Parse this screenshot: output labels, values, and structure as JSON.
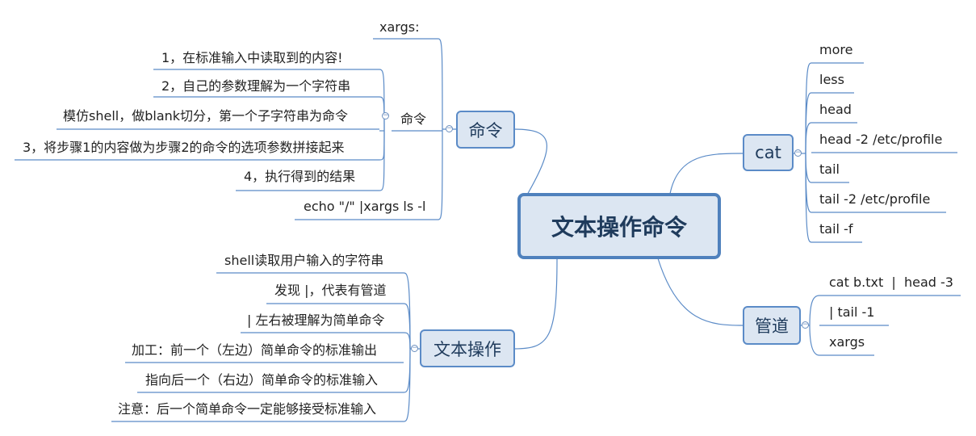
{
  "root": {
    "label": "文本操作命令"
  },
  "branches": {
    "mingling": {
      "label": "命令",
      "top_item": "xargs:",
      "sub_label": "命令",
      "sub_items": [
        "1，在标准输入中读取到的内容!",
        "2，自己的参数理解为一个字符串",
        "模仿shell，做blank切分，第一个子字符串为命令",
        "3，将步骤1的内容做为步骤2的命令的选项参数拼接起来",
        "4，执行得到的结果"
      ],
      "bottom_item": "echo \"/\" |xargs ls -l"
    },
    "wenben": {
      "label": "文本操作",
      "items": [
        "shell读取用户输入的字符串",
        "发现 |，代表有管道",
        "| 左右被理解为简单命令",
        "加工：前一个（左边）简单命令的标准输出",
        "指向后一个（右边）简单命令的标准输入",
        "注意：后一个简单命令一定能够接受标准输入"
      ]
    },
    "cat": {
      "label": "cat",
      "items": [
        "more",
        "less",
        "head",
        "head -2 /etc/profile",
        "tail",
        "tail -2 /etc/profile",
        "tail -f"
      ]
    },
    "guandao": {
      "label": "管道",
      "items": [
        "cat b.txt  |  head -3",
        "| tail -1",
        "xargs"
      ]
    }
  },
  "colors": {
    "line": "#5b8bc7",
    "box_fill": "#dce6f2",
    "box_border": "#4f81bd"
  },
  "icons": {
    "collapse": "minus-circle-icon"
  }
}
